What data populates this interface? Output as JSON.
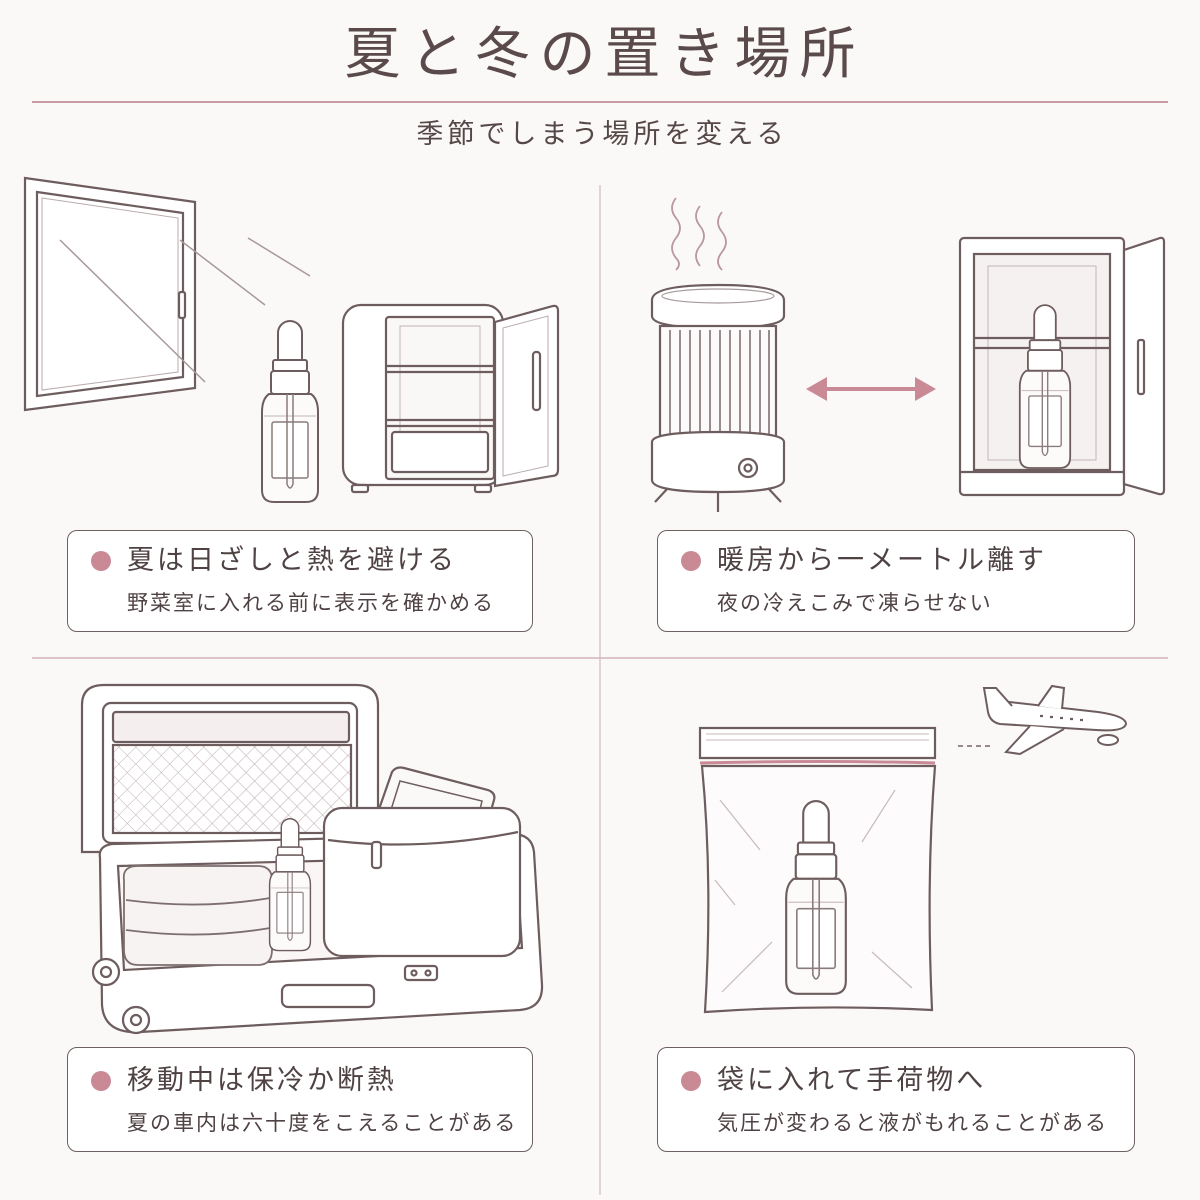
{
  "title": "夏と冬の置き場所",
  "subtitle": "季節でしまう場所を変える",
  "panels": [
    {
      "heading": "夏は日ざしと熱を避ける",
      "note": "野菜室に入れる前に表示を確かめる"
    },
    {
      "heading": "暖房から一メートル離す",
      "note": "夜の冷えこみで凍らせない"
    },
    {
      "heading": "移動中は保冷か断熱",
      "note": "夏の車内は六十度をこえることがある"
    },
    {
      "heading": "袋に入れて手荷物へ",
      "note": "気圧が変わると液がもれることがある"
    }
  ],
  "illustrations": [
    "window-icon",
    "dropper-bottle-icon",
    "mini-fridge-icon",
    "heater-icon",
    "double-arrow-icon",
    "cabinet-icon",
    "suitcase-icon",
    "towel-icon",
    "cooler-bag-icon",
    "zip-bag-icon",
    "airplane-icon"
  ],
  "colors": {
    "accent": "#c98a96",
    "ink": "#5b4b4c",
    "rule": "#c99ba5",
    "divider": "#dcc6ca",
    "background": "#fbf9f8"
  }
}
